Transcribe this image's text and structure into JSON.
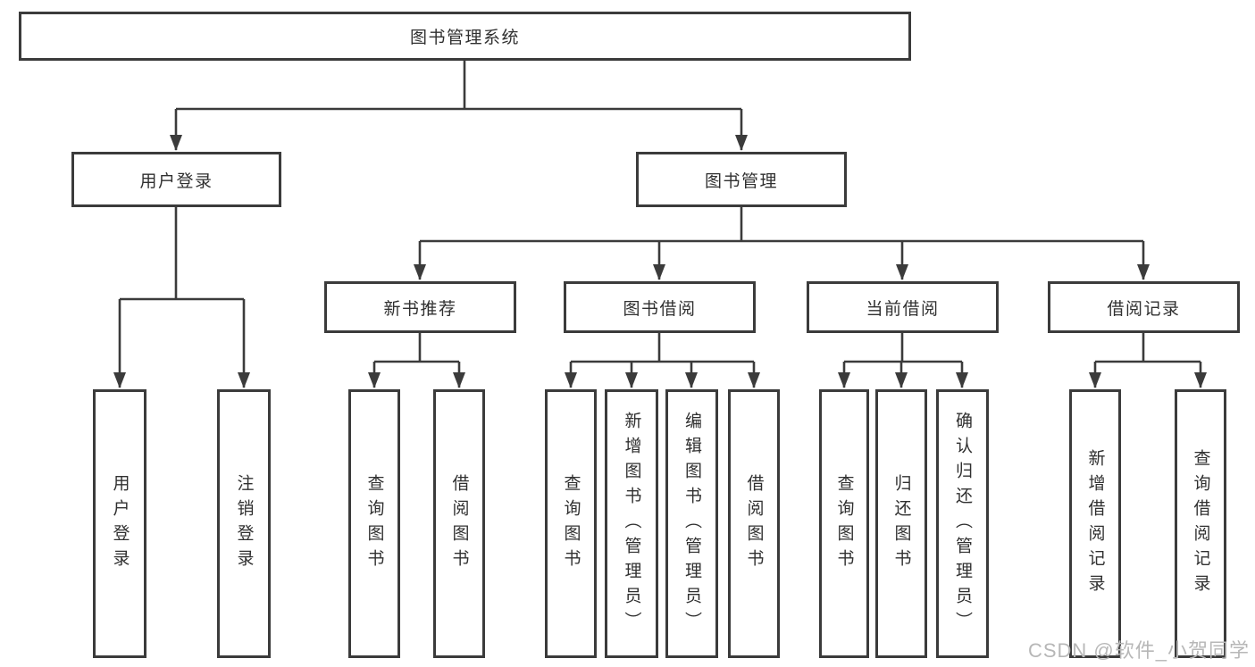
{
  "colors": {
    "line": "#3b3b3b",
    "text": "#303030",
    "background": "#ffffff",
    "watermark": "#b7b7b7"
  },
  "watermark": "CSDN @软件_小贺同学",
  "tree": {
    "root": "图书管理系统",
    "branches": [
      {
        "label": "用户登录",
        "children": [
          "用户登录",
          "注销登录"
        ]
      },
      {
        "label": "图书管理",
        "groups": [
          {
            "label": "新书推荐",
            "children": [
              "查询图书",
              "借阅图书"
            ]
          },
          {
            "label": "图书借阅",
            "children": [
              "查询图书",
              "新增图书（管理员）",
              "编辑图书（管理员）",
              "借阅图书"
            ]
          },
          {
            "label": "当前借阅",
            "children": [
              "查询图书",
              "归还图书",
              "确认归还（管理员）"
            ]
          },
          {
            "label": "借阅记录",
            "children": [
              "新增借阅记录",
              "查询借阅记录"
            ]
          }
        ]
      }
    ]
  }
}
